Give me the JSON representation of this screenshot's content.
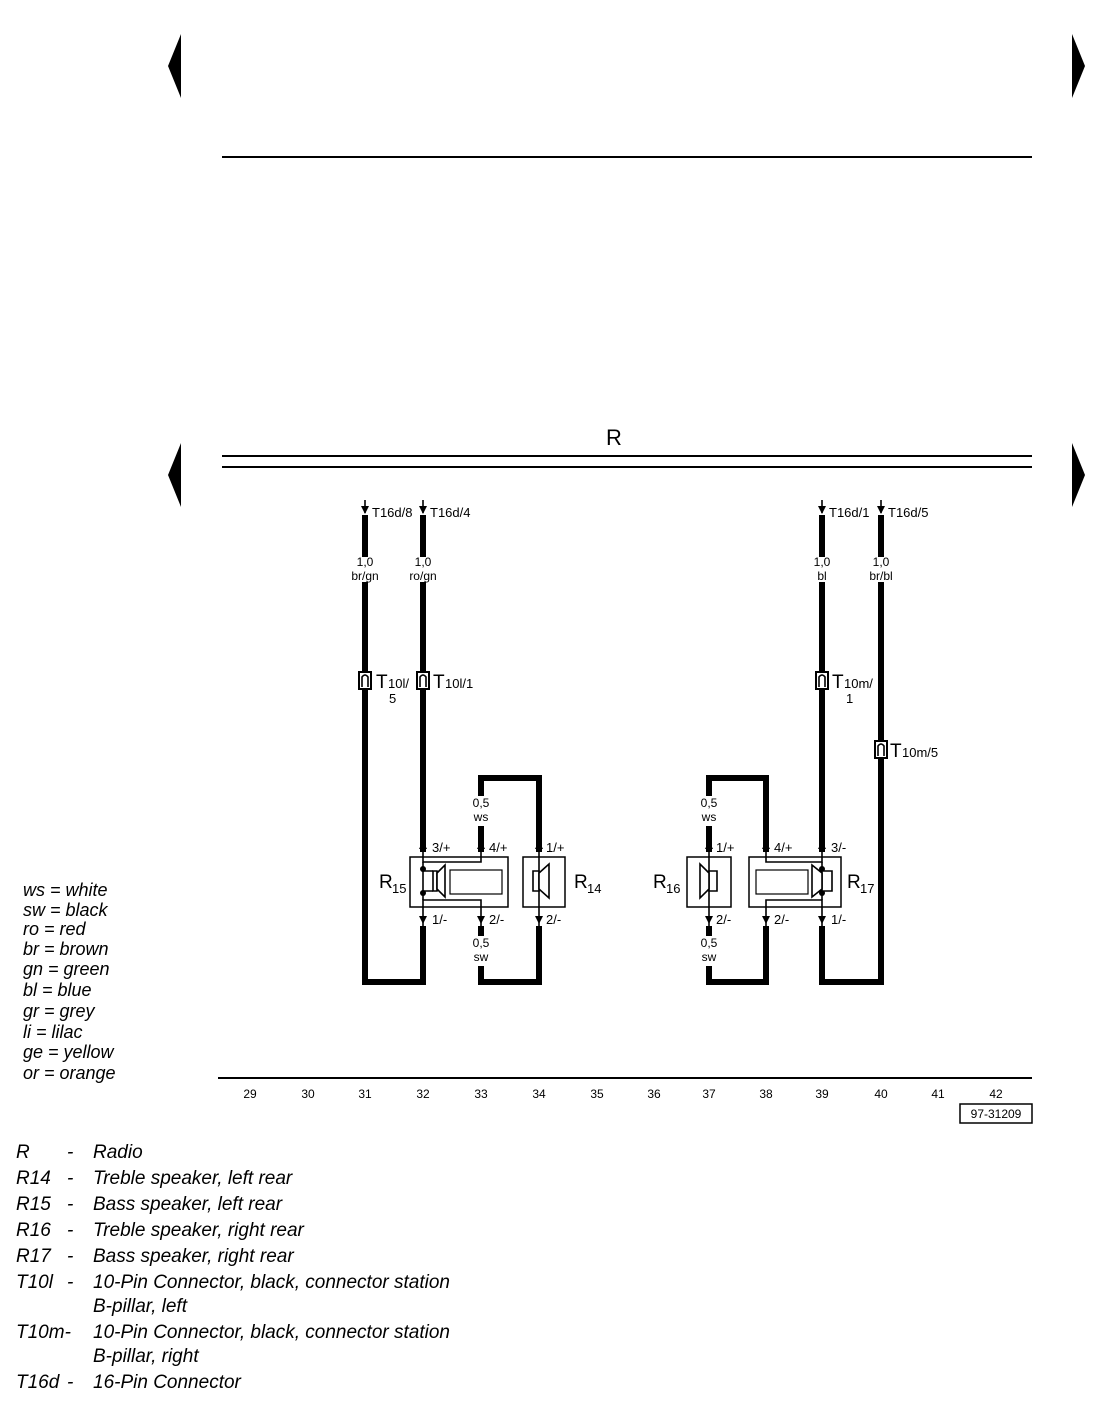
{
  "radio_label": "R",
  "diagram_ref": "97-31209",
  "columns": [
    "29",
    "30",
    "31",
    "32",
    "33",
    "34",
    "35",
    "36",
    "37",
    "38",
    "39",
    "40",
    "41",
    "42"
  ],
  "radio_pins": {
    "p31": "T16d/8",
    "p32": "T16d/4",
    "p39": "T16d/1",
    "p40": "T16d/5"
  },
  "wires": {
    "w31": {
      "size": "1,0",
      "color": "br/gn"
    },
    "w32": {
      "size": "1,0",
      "color": "ro/gn"
    },
    "w39": {
      "size": "1,0",
      "color": "bl"
    },
    "w40": {
      "size": "1,0",
      "color": "br/bl"
    },
    "w33top": {
      "size": "0,5",
      "color": "ws"
    },
    "w33bot": {
      "size": "0,5",
      "color": "sw"
    },
    "w37top": {
      "size": "0,5",
      "color": "ws"
    },
    "w37bot": {
      "size": "0,5",
      "color": "sw"
    }
  },
  "connectors": {
    "c31": {
      "main": "T",
      "sub": "10l/",
      "sub2": "5"
    },
    "c32": {
      "main": "T",
      "sub": "10l/1"
    },
    "c39": {
      "main": "T",
      "sub": "10m/",
      "sub2": "1"
    },
    "c40": {
      "main": "T",
      "sub": "10m/5"
    }
  },
  "components": {
    "r15": {
      "main": "R",
      "sub": "15"
    },
    "r14": {
      "main": "R",
      "sub": "14"
    },
    "r16": {
      "main": "R",
      "sub": "16"
    },
    "r17": {
      "main": "R",
      "sub": "17"
    }
  },
  "speaker_pins": {
    "r15_top_a": "3/+",
    "r15_top_b": "4/+",
    "r15_bot_a": "1/-",
    "r15_bot_b": "2/-",
    "r14_top": "1/+",
    "r14_bot": "2/-",
    "r16_top": "1/+",
    "r16_bot": "2/-",
    "r17_top_a": "4/+",
    "r17_top_b": "3/-",
    "r17_bot_a": "2/-",
    "r17_bot_b": "1/-"
  },
  "color_codes": [
    "ws = white",
    "sw = black",
    "ro  = red",
    "br  = brown",
    "gn  = green",
    "bl  = blue",
    "gr  = grey",
    "li   = lilac",
    "ge  = yellow",
    "or  = orange"
  ],
  "legend": [
    {
      "code": "R",
      "sep": "-",
      "lines": [
        "Radio"
      ]
    },
    {
      "code": "R14",
      "sep": "-",
      "lines": [
        "Treble speaker, left rear"
      ]
    },
    {
      "code": "R15",
      "sep": "-",
      "lines": [
        "Bass speaker, left rear"
      ]
    },
    {
      "code": "R16",
      "sep": "-",
      "lines": [
        "Treble speaker, right rear"
      ]
    },
    {
      "code": "R17",
      "sep": "-",
      "lines": [
        "Bass speaker, right rear"
      ]
    },
    {
      "code": "T10l",
      "sep": "-",
      "lines": [
        "10-Pin Connector, black, connector station",
        "B-pillar, left"
      ]
    },
    {
      "code": "T10m-",
      "sep": "",
      "lines": [
        "10-Pin Connector, black, connector station",
        "B-pillar, right"
      ]
    },
    {
      "code": "T16d",
      "sep": "-",
      "lines": [
        "16-Pin Connector"
      ]
    }
  ]
}
